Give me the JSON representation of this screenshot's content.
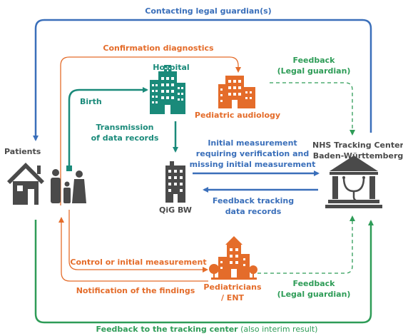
{
  "colors": {
    "blue": "#3a6fba",
    "orange": "#e46c2a",
    "green": "#2e9c57",
    "teal": "#1a8a7a",
    "gray": "#4a4a4a"
  },
  "labels": {
    "contacting_guardian": "Contacting legal guardian(s)",
    "confirmation_diagnostics": "Confirmation diagnostics",
    "hospital": "Hospital",
    "birth": "Birth",
    "pediatric_audiology": "Pediatric audiology",
    "feedback_top_1": "Feedback",
    "feedback_top_2": "(Legal guardian)",
    "transmission_1": "Transmission",
    "transmission_2": "of data records",
    "patients": "Patients",
    "initial_measurement_1": "Initial measurement",
    "initial_measurement_2": "requiring verification and",
    "initial_measurement_3": "missing initial measurement",
    "nhs_1": "NHS Tracking Center",
    "nhs_2": "Baden-Württemberg",
    "qig": "QiG BW",
    "feedback_tracking_1": "Feedback tracking",
    "feedback_tracking_2": "data records",
    "control_initial": "Control or initial measurement",
    "notification": "Notification of the findings",
    "pediatricians_1": "Pediatricians",
    "pediatricians_2": "/ ENT",
    "feedback_bottom_1": "Feedback",
    "feedback_bottom_2": "(Legal guardian)",
    "feedback_center_bold": "Feedback to the tracking center",
    "feedback_center_normal": " (also interim result)"
  },
  "icons": [
    "house-icon",
    "family-icon",
    "hospital-icon",
    "audiology-building-icon",
    "qig-building-icon",
    "tracking-center-icon",
    "pediatricians-building-icon"
  ]
}
